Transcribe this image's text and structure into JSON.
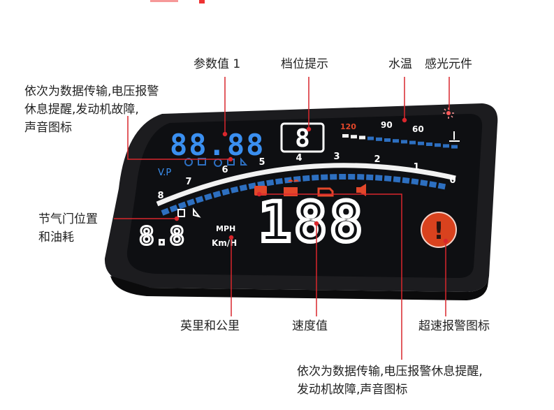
{
  "labels": {
    "param_value": "参数值 1",
    "gear_hint": "档位提示",
    "water_temp": "水温",
    "light_sensor": "感光元件",
    "left_icons": [
      "依次为数据传输,电压报警",
      "休息提醒,发动机故障,",
      "声音图标"
    ],
    "throttle": [
      "节气门位置",
      "和油耗"
    ],
    "units": "英里和公里",
    "speed_value": "速度值",
    "overspeed": "超速报警图标",
    "bottom_icons": [
      "依次为数据传输,电压报警休息提醒,",
      "发动机故障,声音图标"
    ]
  },
  "display": {
    "param_digits": "88.88",
    "gear_digit": "8",
    "speed_digits": "188",
    "small_digits": "8.8",
    "unit_mph": "MPH",
    "unit_kmh": "Km/H",
    "volt_label": "V.P",
    "water_ticks": [
      "120",
      "90",
      "60"
    ],
    "rpm_ticks": [
      "8",
      "7",
      "6",
      "5",
      "4",
      "3",
      "2",
      "1",
      "0"
    ]
  },
  "colors": {
    "pointer_line": "#d9262c",
    "hud_body": "#1c1c1f",
    "screen": "#0e0f12",
    "blue_digits": "#3a8ff0",
    "orange_icons": "#e2472a",
    "alert_circle": "#d9421e"
  }
}
